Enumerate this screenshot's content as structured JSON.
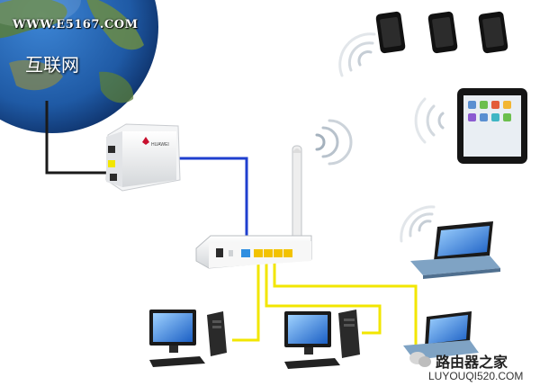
{
  "header": {
    "site_url": "WWW.E5167.COM",
    "internet_label": "互联网"
  },
  "devices": {
    "modem_brand": "HUAWEI"
  },
  "watermark": {
    "title": "路由器之家",
    "url": "LUYOUQI520.COM"
  },
  "colors": {
    "wan_cable": "#1a1a1a",
    "lan_uplink_cable": "#1f3fcf",
    "ethernet_cable": "#f2e600",
    "router_port_blue": "#2f8ee0",
    "router_port_yellow": "#f2c200",
    "globe_ocean": "#1f5aa5",
    "signal_waves": "#9aa8b6"
  },
  "icons": [
    "globe-icon",
    "phone-icon",
    "tablet-icon",
    "laptop-icon",
    "desktop-computer-icon",
    "router-icon",
    "modem-icon",
    "wifi-signal-icon",
    "wechat-icon"
  ]
}
